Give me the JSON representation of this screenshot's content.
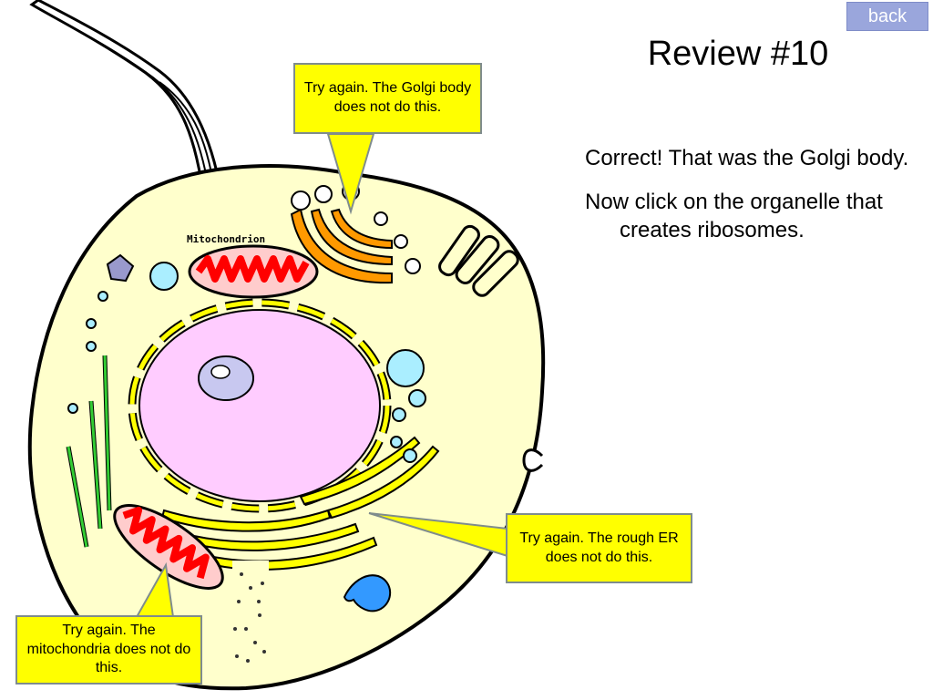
{
  "nav": {
    "back_label": "back"
  },
  "slide": {
    "title": "Review #10",
    "feedback": "Correct! That was the Golgi body.",
    "instruction": "Now click on the organelle that creates ribosomes."
  },
  "diagram": {
    "mitochondrion_label": "Mitochondrion"
  },
  "callouts": {
    "golgi": "Try again. The Golgi body does not do this.",
    "rough_er": "Try again. The rough ER does not do this.",
    "mitochondria": "Try again. The mitochondria does not do this."
  },
  "colors": {
    "cytoplasm": "#ffffcc",
    "nucleus": "#ffccff",
    "nucleolus": "#c8c8f0",
    "er": "#ffff00",
    "golgi": "#ff9900",
    "mitochondria": "#ff0000",
    "vesicle": "#aaeeff",
    "callout_fill": "#ffff00",
    "back_button": "#9aa6dc"
  }
}
